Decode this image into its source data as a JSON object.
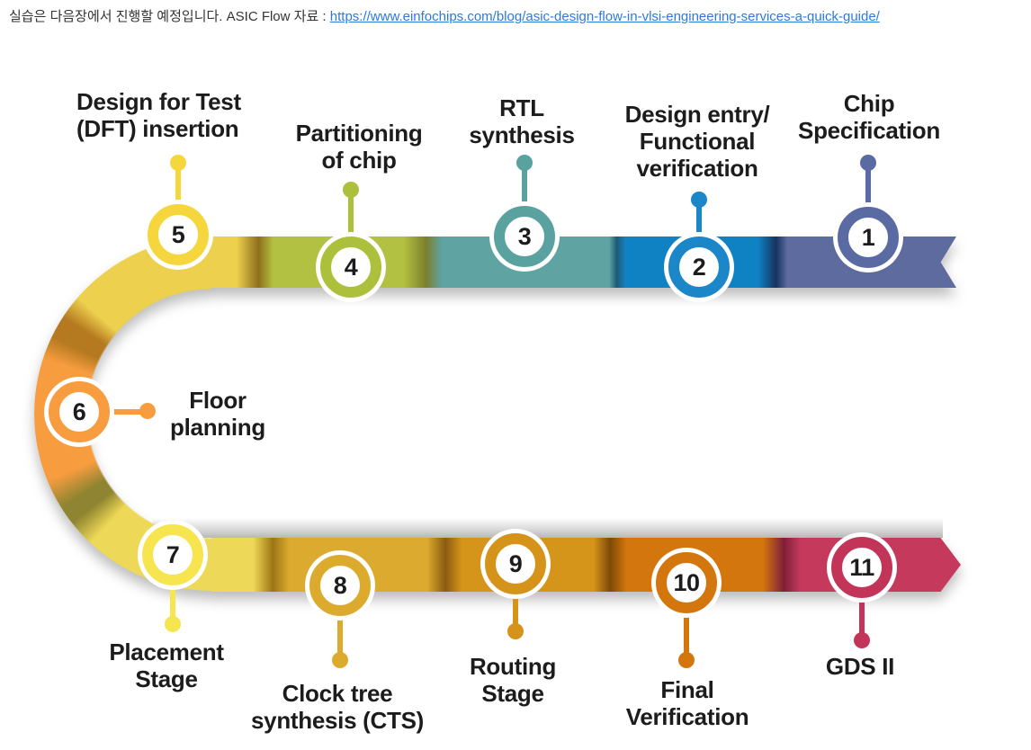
{
  "header": {
    "text": "실습은 다음장에서 진행할 예정입니다. ASIC Flow 자료 : ",
    "link_text": "https://www.einfochips.com/blog/asic-design-flow-in-vlsi-engineering-services-a-quick-guide/",
    "link_color": "#2b7ae0"
  },
  "diagram": {
    "stages": [
      {
        "number": "1",
        "label_lines": [
          "Chip",
          "Specification"
        ],
        "color": "#5a6aa3"
      },
      {
        "number": "2",
        "label_lines": [
          "Design entry/",
          "Functional",
          "verification"
        ],
        "color": "#1b86c8"
      },
      {
        "number": "3",
        "label_lines": [
          "RTL",
          "synthesis"
        ],
        "color": "#5aa2a0"
      },
      {
        "number": "4",
        "label_lines": [
          "Partitioning",
          "of chip"
        ],
        "color": "#adc03c"
      },
      {
        "number": "5",
        "label_lines": [
          "Design for Test",
          "(DFT) insertion"
        ],
        "color": "#f5d73d"
      },
      {
        "number": "6",
        "label_lines": [
          "Floor",
          "planning"
        ],
        "color": "#f89d3f"
      },
      {
        "number": "7",
        "label_lines": [
          "Placement",
          "Stage"
        ],
        "color": "#f6e54e"
      },
      {
        "number": "8",
        "label_lines": [
          "Clock tree",
          "synthesis (CTS)"
        ],
        "color": "#dcab2d"
      },
      {
        "number": "9",
        "label_lines": [
          "Routing",
          "Stage"
        ],
        "color": "#d5931a"
      },
      {
        "number": "10",
        "label_lines": [
          "Final",
          "Verification"
        ],
        "color": "#d3760d"
      },
      {
        "number": "11",
        "label_lines": [
          "GDS II"
        ],
        "color": "#c23558"
      }
    ],
    "ribbon_colors": {
      "top_row": [
        "#ecd04e",
        "#b2c141",
        "#5fa3a2",
        "#0f82c3",
        "#5d6b9e"
      ],
      "bottom_row": [
        "#eed857",
        "#dcaa2e",
        "#d5941a",
        "#d3760d",
        "#c4395c"
      ],
      "curve_mid": "#f89d3f"
    }
  }
}
